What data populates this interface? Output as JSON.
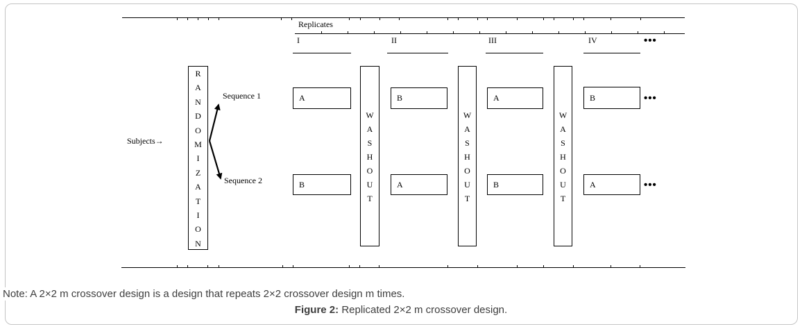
{
  "figure": {
    "replicates_label": "Replicates",
    "replicate_headers": [
      "I",
      "II",
      "III",
      "IV"
    ],
    "header_ellipsis": "•••",
    "subjects_label": "Subjects→",
    "randomization_label": "RANDOMIZATION",
    "washout_label": "WASHOUT",
    "sequences": [
      {
        "label": "Sequence 1",
        "treatments": [
          "A",
          "B",
          "A",
          "B"
        ],
        "ellipsis": "•••"
      },
      {
        "label": "Sequence 2",
        "treatments": [
          "B",
          "A",
          "B",
          "A"
        ],
        "ellipsis": "•••"
      }
    ]
  },
  "note": "Note: A 2×2 m crossover design is a design that repeats 2×2 crossover design m times.",
  "caption": {
    "label": "Figure 2:",
    "text": "Replicated 2×2 m crossover design."
  },
  "colors": {
    "figure_ink": "#000000",
    "body_text": "#3d3d3d",
    "card_border": "#c4c4c4"
  }
}
